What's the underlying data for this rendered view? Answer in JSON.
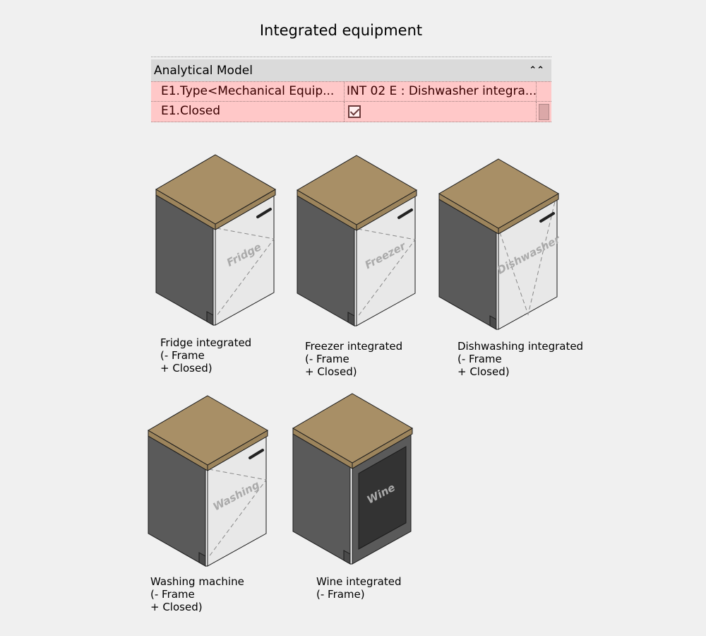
{
  "title": "Integrated equipment",
  "properties": {
    "group_label": "Analytical Model",
    "rows": [
      {
        "name": "E1.Type<Mechanical Equip...",
        "value": "INT 02 E : Dishwasher integra..."
      },
      {
        "name": "E1.Closed",
        "checked": true
      }
    ]
  },
  "colors": {
    "countertop": "#a88f66",
    "side": "#5a5a5a",
    "door": "#e8e8e8",
    "wine_glass": "#333333",
    "row_highlight": "#ffc8c8"
  },
  "items": [
    {
      "type": "fridge",
      "door_text": "Fridge",
      "caption": [
        "Fridge integrated",
        "(- Frame",
        "+ Closed)"
      ]
    },
    {
      "type": "freezer",
      "door_text": "Freezer",
      "caption": [
        "Freezer integrated",
        "(- Frame",
        "+ Closed)"
      ]
    },
    {
      "type": "dishwasher",
      "door_text": "Dishwasher",
      "caption": [
        "Dishwashing integrated",
        "(- Frame",
        "+ Closed)"
      ]
    },
    {
      "type": "washing",
      "door_text": "Washing",
      "caption": [
        "Washing machine",
        "(- Frame",
        "+ Closed)"
      ]
    },
    {
      "type": "wine",
      "door_text": "Wine",
      "caption": [
        "Wine integrated",
        "(- Frame)"
      ]
    }
  ]
}
